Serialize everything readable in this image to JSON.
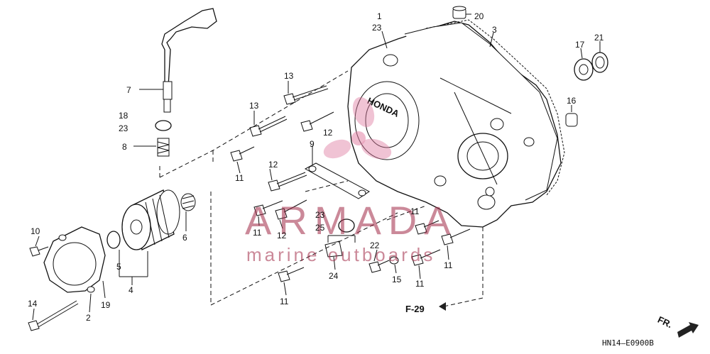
{
  "callouts": {
    "c1": "1",
    "c23a": "23",
    "c20": "20",
    "c3": "3",
    "c17": "17",
    "c21": "21",
    "c7": "7",
    "c13a": "13",
    "c13b": "13",
    "c18": "18",
    "c23b": "23",
    "c8": "8",
    "c12a": "12",
    "c9": "9",
    "c16": "16",
    "c11a": "11",
    "c12b": "12",
    "c11b": "11",
    "c11c": "11",
    "c12c": "12",
    "c23c": "23",
    "c25": "25",
    "c6": "6",
    "c10": "10",
    "c5": "5",
    "c4": "4",
    "c19": "19",
    "c22": "22",
    "c11d": "11",
    "c15": "15",
    "c24": "24",
    "c11e": "11",
    "c11f": "11",
    "c14": "14",
    "c2": "2"
  },
  "reference": "F-29",
  "front_marker": "FR.",
  "diagram_code": "HN14—E0900B",
  "watermark": {
    "brand": "ARMADA",
    "tagline": "marine outboards"
  },
  "cover_logo": "HONDA",
  "colors": {
    "line": "#111111",
    "watermark": "#a02846",
    "watermark_icon": "#e07aa0"
  }
}
